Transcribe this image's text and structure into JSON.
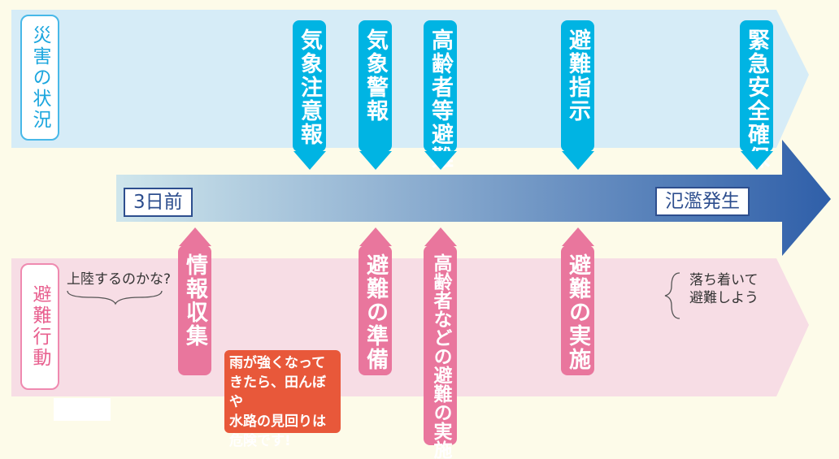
{
  "colors": {
    "background": "#fdfbe9",
    "situation_band": "#d6ecf7",
    "action_band": "#f7dde5",
    "situation_tag": "#00b4e3",
    "action_tag": "#e9769d",
    "timeline_start": "#cfe6ec",
    "timeline_end": "#2f5fa9",
    "warning_box": "#e8583a"
  },
  "rows": {
    "situation_label": "災害の状況",
    "action_label": "避難行動"
  },
  "timeline": {
    "start_label": "3日前",
    "end_label": "氾濫発生"
  },
  "situation_tags": [
    "気象注意報",
    "気象警報",
    "高齢者等避難",
    "避難指示",
    "緊急安全確保"
  ],
  "action_tags": [
    "情報収集",
    "避難の準備",
    "高齢者などの避難の実施",
    "避難の実施"
  ],
  "notes": {
    "left_thought": "上陸するのかな?",
    "right_thought_line1": "落ち着いて",
    "right_thought_line2": "避難しよう"
  },
  "warning": "雨が強くなって\nきたら、田んぼや\n水路の見回りは\n危険です!"
}
